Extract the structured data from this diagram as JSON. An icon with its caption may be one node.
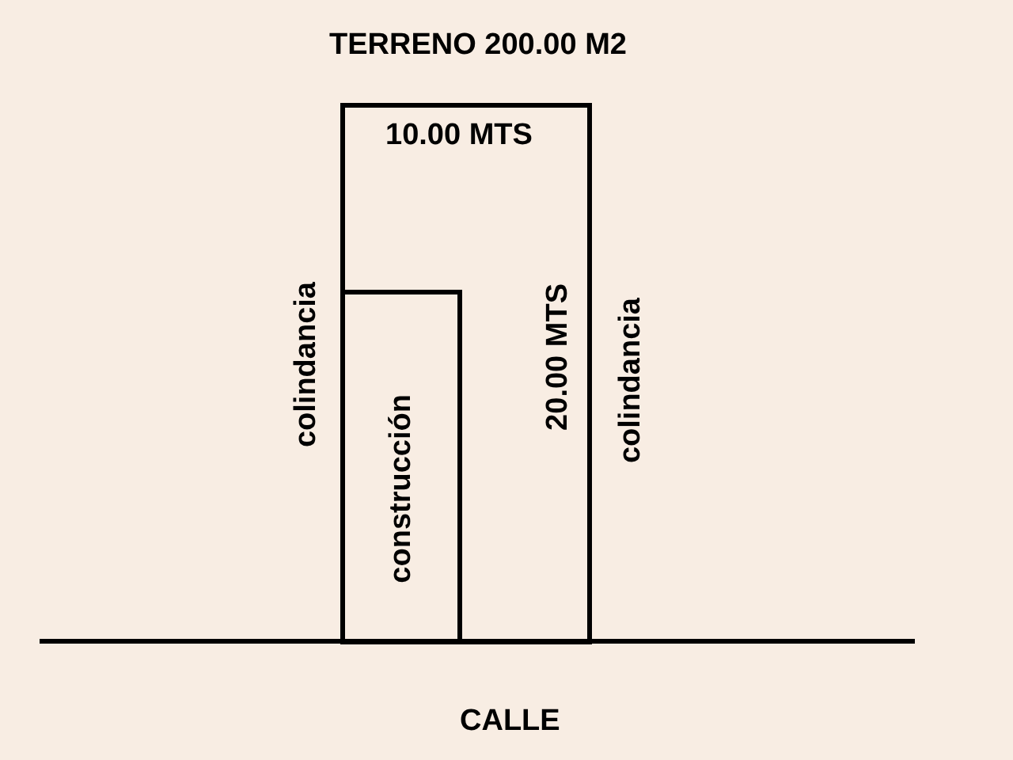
{
  "diagram": {
    "title": "TERRENO 200.00 M2",
    "nodes": [
      {
        "text": [],
        "shape": "box"
      },
      {
        "text": [
          "construcción"
        ],
        "in": 0
      }
    ],
    "edges": [],
    "labels": [
      "10.00 MTS",
      "colindancia",
      "20.00 MTS",
      "colindancia",
      "CALLE"
    ]
  }
}
